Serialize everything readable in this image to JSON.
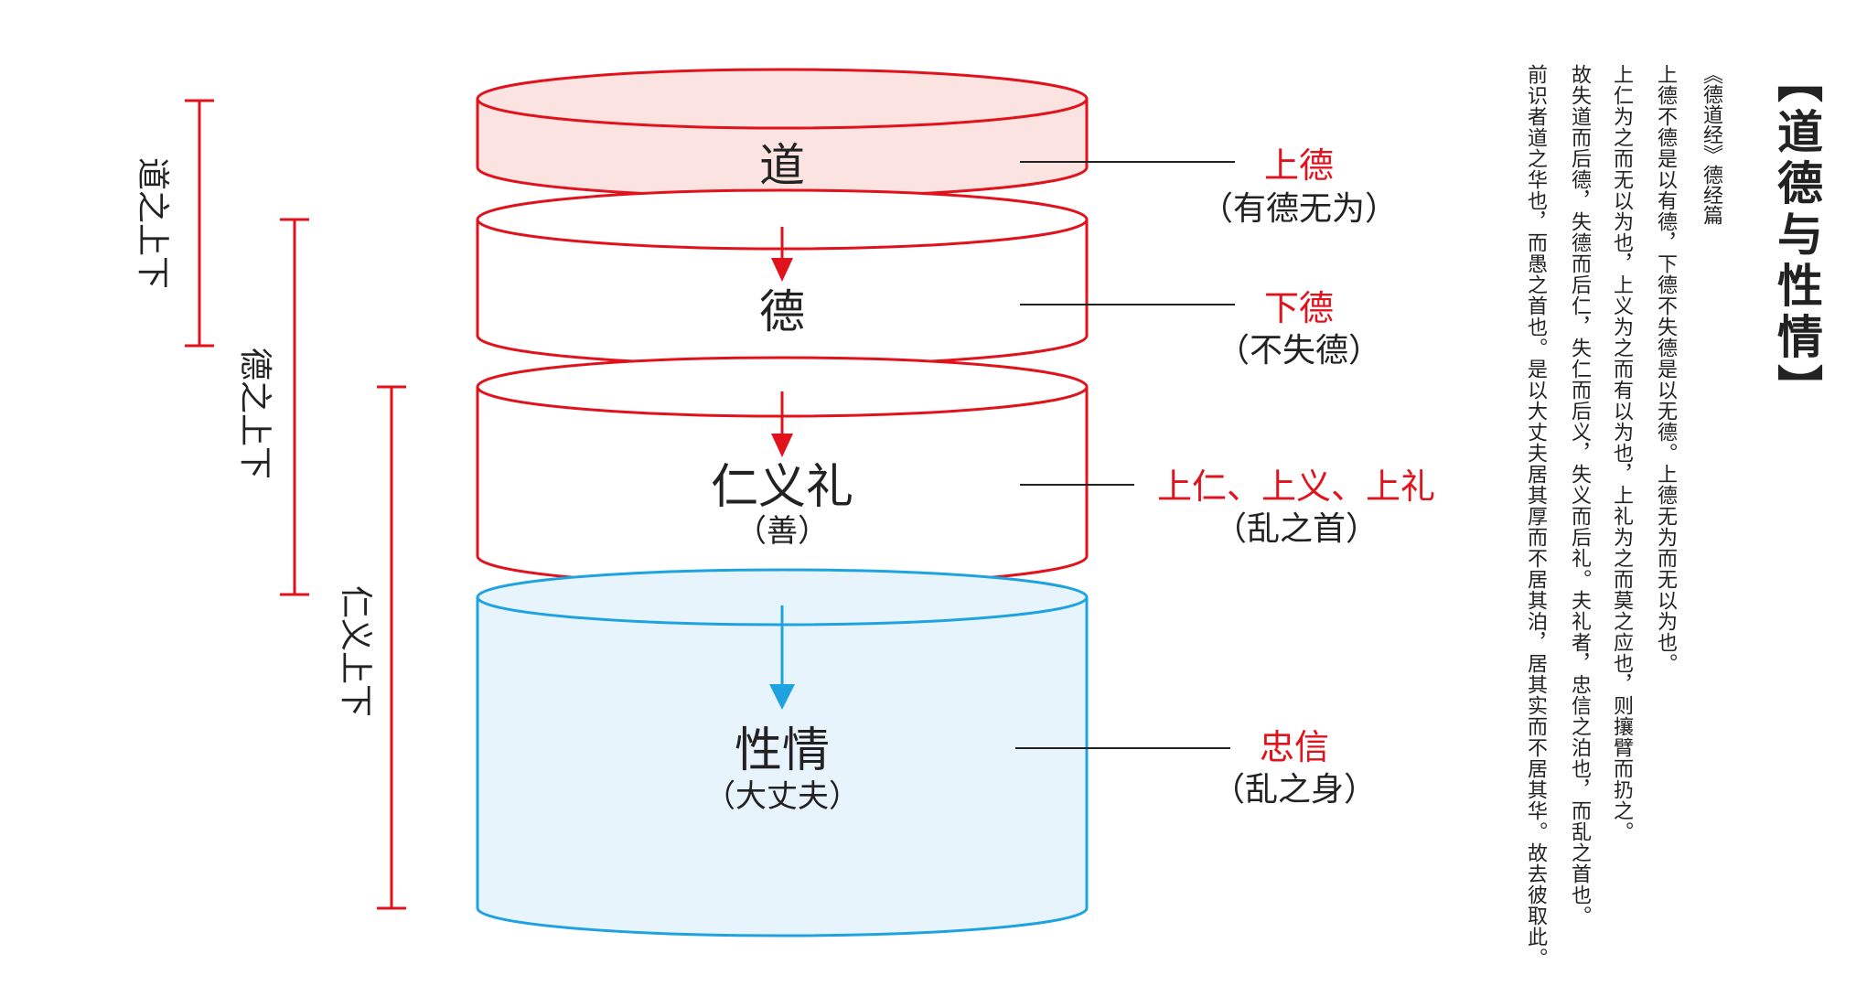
{
  "title": "【道德与性情】",
  "source": "《德道经》德经篇",
  "quote_lines": [
    "上德不德是以有德，下德不失德是以无德。上德无为而无以为也。",
    "上仁为之而无以为也，上义为之而有以为也，上礼为之而莫之应也，则攘臂而扔之。",
    "故失道而后德，失德而后仁，失仁而后义，失义而后礼。夫礼者，忠信之泊也，而乱之首也。",
    "前识者道之华也，而愚之首也。是以大丈夫居其厚而不居其泊，居其实而不居其华。故去彼取此。"
  ],
  "cylinders": [
    {
      "title": "道",
      "subtitle": "",
      "color": "#e0121c",
      "fill": "#fbe3e1"
    },
    {
      "title": "德",
      "subtitle": "",
      "color": "#e0121c",
      "fill": "#ffffff"
    },
    {
      "title": "仁义礼",
      "subtitle": "（善）",
      "color": "#e0121c",
      "fill": "#ffffff"
    },
    {
      "title": "性情",
      "subtitle": "（大丈夫）",
      "color": "#1ea3e0",
      "fill": "#e7f4fb"
    }
  ],
  "side_labels": [
    {
      "main": "上德",
      "sub": "（有德无为）"
    },
    {
      "main": "下德",
      "sub": "（不失德）"
    },
    {
      "main": "上仁、上义、上礼",
      "sub": "（乱之首）"
    },
    {
      "main": "忠信",
      "sub": "（乱之身）"
    }
  ],
  "ranges": [
    {
      "label": "道之上下"
    },
    {
      "label": "德之上下"
    },
    {
      "label": "仁义上下"
    }
  ],
  "colors": {
    "red": "#e0121c",
    "blue": "#1ea3e0",
    "text": "#222222"
  }
}
